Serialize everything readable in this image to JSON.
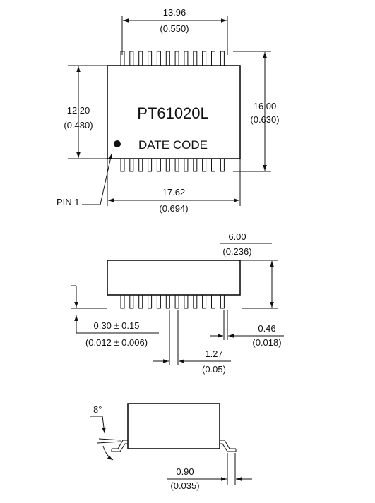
{
  "top_view": {
    "part_number": "PT61020L",
    "marking": "DATE CODE",
    "pin1_label": "PIN 1",
    "dim_width": {
      "mm": "13.96",
      "in": "(0.550)"
    },
    "dim_height": {
      "mm": "12.20",
      "in": "(0.480)"
    },
    "dim_overall_height": {
      "mm": "16.00",
      "in": "(0.630)"
    },
    "dim_overall_width": {
      "mm": "17.62",
      "in": "(0.694)"
    }
  },
  "side_view": {
    "dim_body_height": {
      "mm": "6.00",
      "in": "(0.236)"
    },
    "dim_standoff": {
      "mm": "0.30 ± 0.15",
      "in": "(0.012 ± 0.006)"
    },
    "dim_lead_width": {
      "mm": "0.46",
      "in": "(0.018)"
    },
    "dim_pitch": {
      "mm": "1.27",
      "in": "(0.05)"
    }
  },
  "end_view": {
    "angle": "8°",
    "dim_foot_length": {
      "mm": "0.90",
      "in": "(0.035)"
    }
  }
}
